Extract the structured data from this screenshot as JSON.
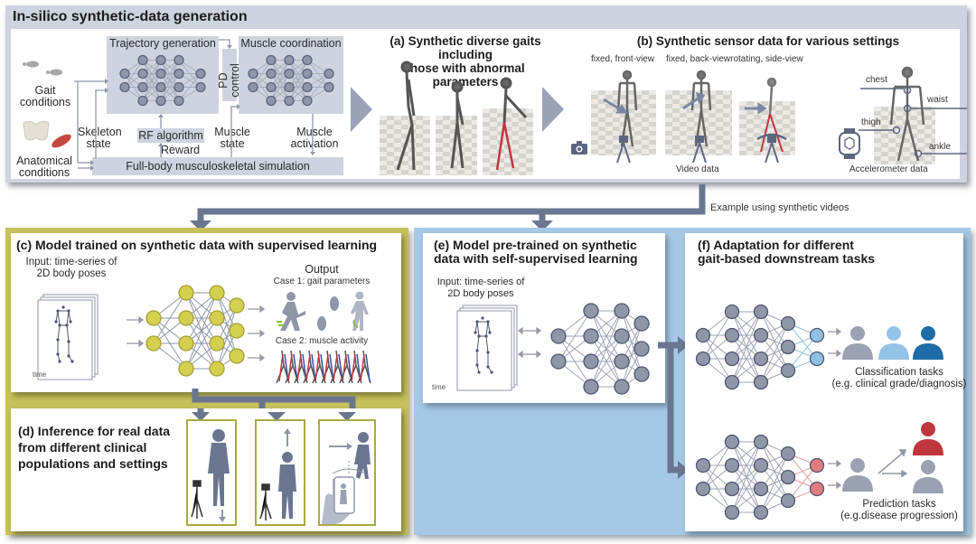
{
  "top": {
    "title": "In-silico synthetic-data generation",
    "inputs": {
      "gait_line1": "Gait",
      "gait_line2": "conditions",
      "anat_line1": "Anatomical",
      "anat_line2": "conditions"
    },
    "trajectory_generation": "Trajectory generation",
    "pd_control": "PD control",
    "muscle_coordination": "Muscle coordination",
    "skeleton_state_1": "Skeleton",
    "skeleton_state_2": "state",
    "rf_algorithm": "RF algorithm",
    "reward": "Reward",
    "muscle_state_1": "Muscle",
    "muscle_state_2": "state",
    "muscle_activation_1": "Muscle",
    "muscle_activation_2": "activation",
    "simulation": "Full-body musculoskeletal simulation",
    "a_title_1": "(a) Synthetic diverse gaits including",
    "a_title_2": "those with abnormal parameters",
    "b_title": "(b) Synthetic sensor data for various settings",
    "b_view_1": "fixed, front-view",
    "b_view_2": "fixed, back-viewrotating, side-view",
    "video_data": "Video data",
    "accelerometer_data": "Accelerometer data",
    "sensor_labels": [
      "chest",
      "waist",
      "thigh",
      "ankle"
    ]
  },
  "connector_note": "Example using synthetic videos",
  "c": {
    "title": "(c) Model trained on synthetic data with supervised learning",
    "input_1": "Input: time-series of",
    "input_2": "2D body poses",
    "time": "time",
    "output": "Output",
    "case1": "Case 1: gait parameters",
    "case2": "Case 2: muscle activity"
  },
  "d": {
    "title_1": "(d) Inference for real data",
    "title_2": "from different clinical",
    "title_3": "populations and settings"
  },
  "e": {
    "title_1": "(e) Model pre-trained on synthetic",
    "title_2": "data with self-supervised learning",
    "input_1": "Input: time-series of",
    "input_2": "2D body poses",
    "time": "time"
  },
  "f": {
    "title_1": "(f) Adaptation for different",
    "title_2": "gait-based downstream tasks",
    "classification_1": "Classification tasks",
    "classification_2": "(e.g. clinical grade/diagnosis)",
    "prediction_1": "Prediction tasks",
    "prediction_2": "(e.g.disease progression)"
  },
  "colors": {
    "node_gray": "#8e96a8",
    "node_yellow": "#d4cf4e",
    "node_blue": "#8fc0e4",
    "node_red": "#e07b80",
    "person_gray": "#9aa1b2",
    "person_lightblue": "#93c3e6",
    "person_darkblue": "#1e6ba6",
    "person_red": "#c0363d",
    "arrow": "#6a7690",
    "green_panel": "#c7c15b",
    "blue_panel": "#a5c8e6"
  }
}
